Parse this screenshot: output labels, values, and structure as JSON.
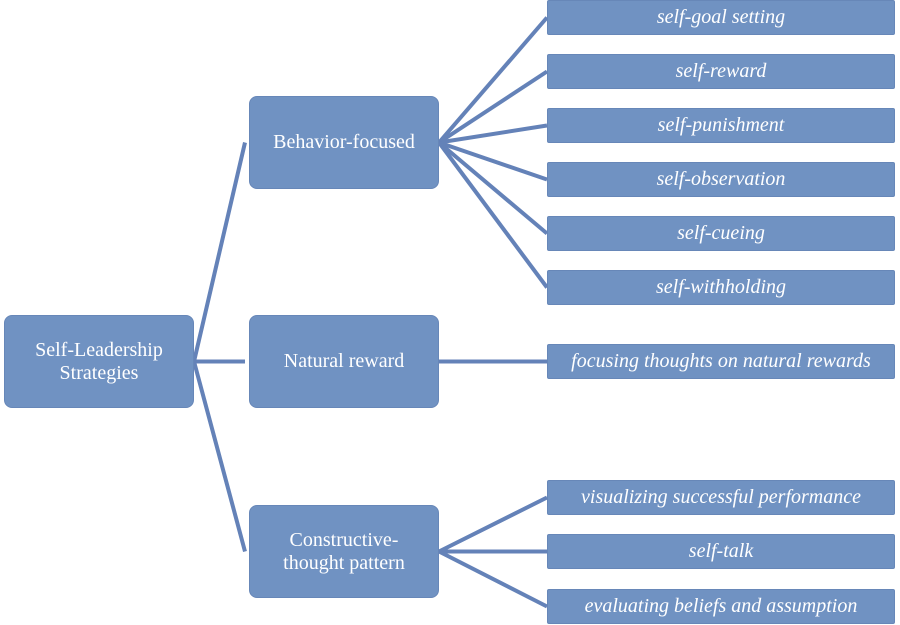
{
  "diagram": {
    "type": "hierarchy-tree",
    "colors": {
      "node_fill": "#7092c2",
      "node_text": "#ffffff",
      "connector": "#6482b8",
      "background": "#ffffff"
    },
    "root": {
      "label_line1": "Self-Leadership",
      "label_line2": "Strategies"
    },
    "categories": [
      {
        "id": "behavior",
        "label_line1": "Behavior-focused",
        "label_line2": "",
        "children": [
          "self-goal setting",
          "self-reward",
          "self-punishment",
          "self-observation",
          "self-cueing",
          "self-withholding"
        ]
      },
      {
        "id": "natural",
        "label_line1": "Natural reward",
        "label_line2": "",
        "children": [
          "focusing thoughts on natural rewards"
        ]
      },
      {
        "id": "constructive",
        "label_line1": "Constructive-",
        "label_line2": "thought pattern",
        "children": [
          "visualizing successful performance",
          "self-talk",
          "evaluating beliefs and assumption"
        ]
      }
    ]
  }
}
